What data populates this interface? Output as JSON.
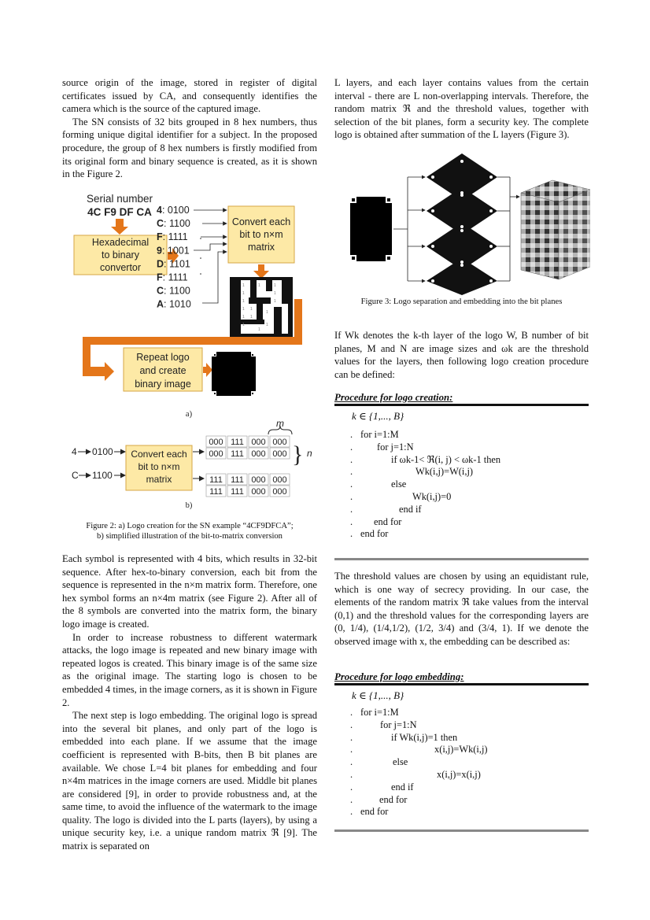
{
  "left": {
    "p1": "source origin of the image, stored in register of digital certificates issued by CA, and consequently identifies the camera which is the source of the captured image.",
    "p2": "The SN consists of 32 bits grouped in 8 hex numbers, thus forming unique digital identifier for a subject. In the proposed procedure, the group of 8 hex numbers is firstly modified from its original form and binary sequence is created, as it is shown in the Figure 2.",
    "p3": "Each symbol is represented with 4 bits, which results in 32-bit sequence. After hex-to-binary conversion, each bit from the sequence is represented in the n×m matrix form. Therefore, one hex symbol forms an n×4m matrix (see Figure 2). After all of the 8 symbols are converted into the matrix form, the binary logo image is created.",
    "p4": "In order to increase robustness to different watermark attacks, the logo image is repeated and new binary image with repeated logos is created. This binary image is of the same size as the original image. The starting logo is chosen to be embedded 4 times, in the image corners, as it is shown in Figure 2.",
    "p5": "The next step is logo embedding. The original logo is spread into the several bit planes, and only part of the logo is embedded into each plane. If we assume that the image coefficient is represented with B-bits, then B bit planes are available. We chose L=4 bit planes for embedding and four n×4m matrices in the image corners are used. Middle bit planes are considered [9], in order to provide robustness and, at the same time, to avoid the influence of the watermark to the image quality. The logo is divided into the L parts (layers), by using a unique security key, i.e. a unique random matrix ℜ [9]. The matrix is separated on"
  },
  "fig2": {
    "serial_title": "Serial number",
    "serial_value": "4C F9 DF CA",
    "hex_box": [
      "Hexadecimal",
      "to binary",
      "convertor"
    ],
    "bits": [
      {
        "sym": "4",
        "val": "0100"
      },
      {
        "sym": "C",
        "val": "1100"
      },
      {
        "sym": "F",
        "val": "1111"
      },
      {
        "sym": "9",
        "val": "1001"
      },
      {
        "sym": "D",
        "val": "1101"
      },
      {
        "sym": "F",
        "val": "1111"
      },
      {
        "sym": "C",
        "val": "1100"
      },
      {
        "sym": "A",
        "val": "1010"
      }
    ],
    "convert_box": [
      "Convert each",
      "bit to n×m",
      "matrix"
    ],
    "repeat_box": [
      "Repeat logo",
      "and create",
      "binary image"
    ],
    "label_a": "a)",
    "label_b": "b)",
    "b_in1": "4",
    "b_in1_val": "0100",
    "b_in2": "C",
    "b_in2_val": "1100",
    "m_label": "m",
    "n_label": "n",
    "matrix_top": [
      [
        "000",
        "111",
        "000",
        "000"
      ],
      [
        "000",
        "111",
        "000",
        "000"
      ]
    ],
    "matrix_bottom": [
      [
        "111",
        "111",
        "000",
        "000"
      ],
      [
        "111",
        "111",
        "000",
        "000"
      ]
    ],
    "caption1": "Figure 2: a) Logo creation for the SN example “4CF9DFCA”;",
    "caption2": "b) simplified illustration of the bit-to-matrix conversion"
  },
  "right": {
    "p1": "L layers, and each layer contains values from the certain interval - there are L non-overlapping intervals. Therefore, the random matrix ℜ and the threshold values, together with selection of the bit planes, form a security key. The complete logo is obtained after summation of the L layers (Figure 3).",
    "fig3_caption": "Figure 3: Logo separation and embedding into the bit planes",
    "p2": "If Wk denotes the k-th layer of the logo W, B number of bit planes, M and N are image sizes and ωk are the threshold values for the layers, then following logo creation procedure can be defined:",
    "p3": "The threshold values are chosen by using an equidistant rule, which is one way of secrecy providing. In our case, the elements of the random matrix ℜ take values from the interval (0,1) and the threshold values for the corresponding layers are (0, 1/4), (1/4,1/2), (1/2, 3/4) and (3/4, 1). If we denote the observed image with x, the embedding can be described as:"
  },
  "proc1": {
    "title": "Procedure for logo creation:",
    "k_line": "k ∈ {1,..., B}",
    "lines": [
      "for i=1:M",
      "for j=1:N",
      "if ωk-1< ℜ(i, j) < ωk-1 then",
      "Wk(i,j)=W(i,j)",
      "else",
      "Wk(i,j)=0",
      "end if",
      "end for",
      "end for"
    ]
  },
  "proc2": {
    "title": "Procedure for logo embedding:",
    "k_line": "k ∈ {1,..., B}",
    "lines": [
      "for i=1:M",
      "for j=1:N",
      "if Wk(i,j)=1 then",
      "x(i,j)=Wk(i,j)",
      "else",
      "x(i,j)=x(i,j)",
      "end if",
      "end for",
      "end for"
    ]
  },
  "colors": {
    "box_fill": "#fde9a6",
    "box_stroke": "#d6a646",
    "arrow": "#e4761a"
  }
}
